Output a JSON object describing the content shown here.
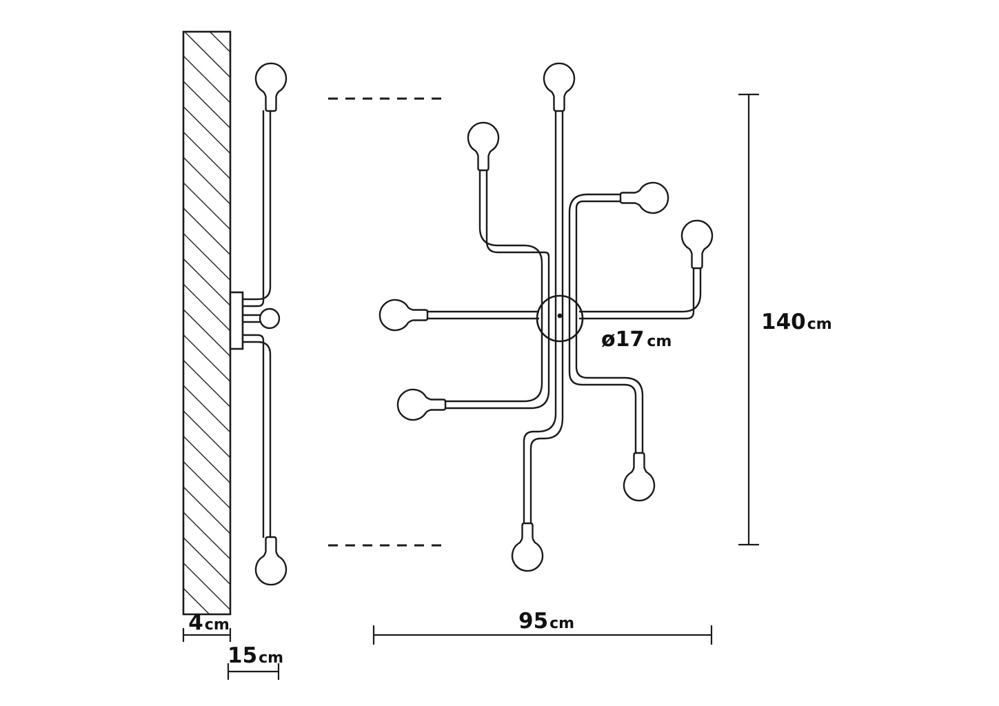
{
  "drawing": {
    "title": "Wall lamp technical dimension drawing",
    "background_color": "#ffffff",
    "line_color": "#1a1a1a",
    "hatch_color": "#2b2b2b",
    "views": {
      "side": {
        "name": "side-elevation-view",
        "wall": {
          "label": "hatched-wall-section"
        },
        "bracket": {
          "label": "wall-mount-bracket"
        },
        "bulbs": 2,
        "hub_sphere": true
      },
      "front": {
        "name": "front-elevation-view",
        "hub_label": "central-hub-disc",
        "arm_count": 8,
        "bulb_count": 8
      }
    },
    "dimensions": {
      "height": {
        "value": "140",
        "unit": "cm",
        "text": "140cm",
        "orientation": "vertical",
        "position": "right"
      },
      "width": {
        "value": "95",
        "unit": "cm",
        "text": "95cm",
        "orientation": "horizontal",
        "position": "bottom"
      },
      "wall_thickness": {
        "value": "4",
        "unit": "cm",
        "text": "4cm",
        "orientation": "horizontal",
        "position": "bottom-left"
      },
      "projection": {
        "value": "15",
        "unit": "cm",
        "text": "15cm",
        "orientation": "horizontal",
        "position": "bottom-left"
      },
      "hub_diameter": {
        "symbol": "ø",
        "value": "17",
        "unit": "cm",
        "text": "ø17cm",
        "position": "center-right-of-hub"
      }
    },
    "reference_lines": {
      "top_dashed": {
        "name": "top-reference-dashed-line"
      },
      "bottom_dashed": {
        "name": "bottom-reference-dashed-line"
      }
    }
  }
}
